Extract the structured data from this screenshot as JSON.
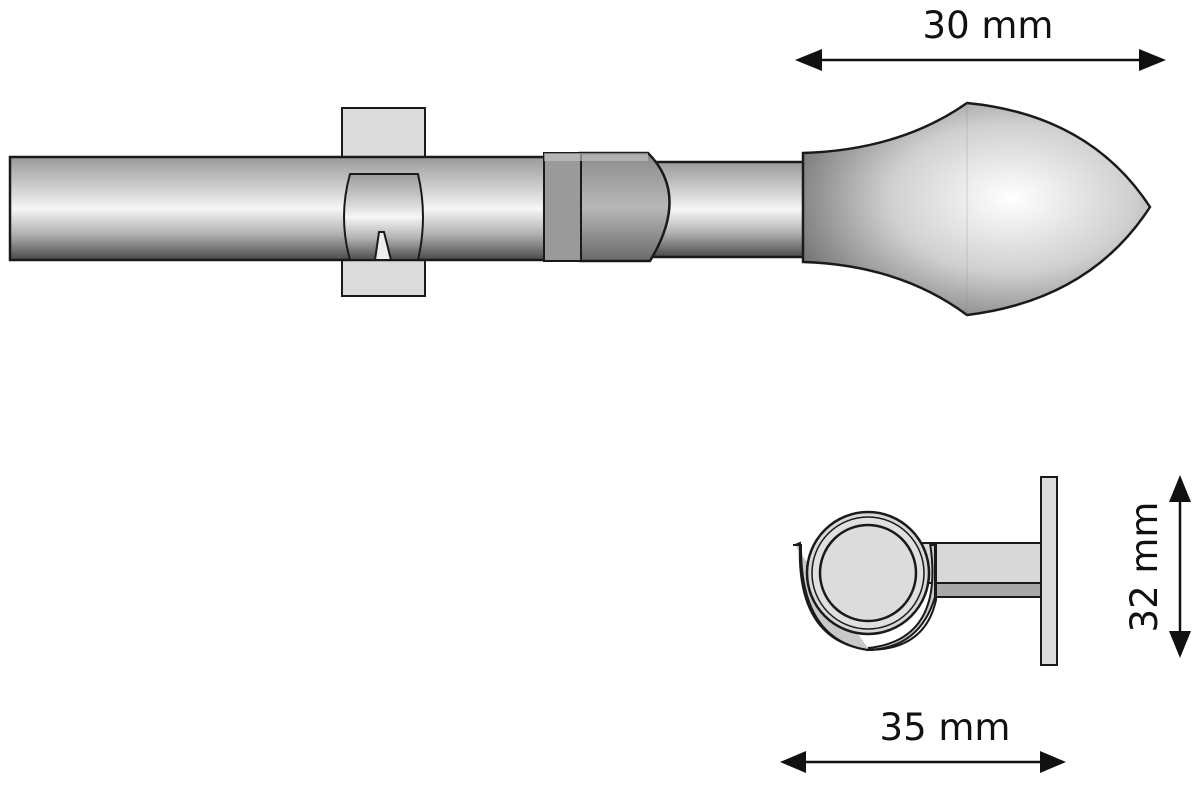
{
  "dimensions": {
    "finial_length": "30 mm",
    "bracket_height": "32 mm",
    "bracket_depth": "35 mm"
  },
  "colors": {
    "outline": "#1a1a1a",
    "metal_light": "#f4f4f4",
    "metal_dark": "#5a5a5a",
    "bracket_fill": "#dcdcdc"
  }
}
